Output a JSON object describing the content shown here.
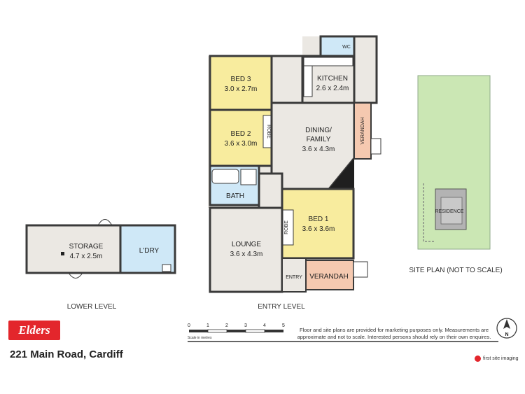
{
  "rooms": {
    "bed3": {
      "name": "BED 3",
      "size": "3.0 x 2.7m"
    },
    "bed2": {
      "name": "BED 2",
      "size": "3.6 x 3.0m"
    },
    "kitchen": {
      "name": "KITCHEN",
      "size": "2.6 x 2.4m"
    },
    "wc": "WC",
    "dining": {
      "name1": "DINING/",
      "name2": "FAMILY",
      "size": "3.6 x 4.3m"
    },
    "verandah_side": "VERANDAH",
    "bath": "BATH",
    "robe": "ROBE",
    "bed1": {
      "name": "BED 1",
      "size": "3.6 x 3.6m"
    },
    "robe2": "ROBE",
    "lounge": {
      "name": "LOUNGE",
      "size": "3.6 x 4.3m"
    },
    "entry": "ENTRY",
    "verandah_front": "VERANDAH",
    "storage": {
      "name": "STORAGE",
      "size": "4.7 x 2.5m"
    },
    "laundry": "L'DRY"
  },
  "labels": {
    "lower_level": "LOWER LEVEL",
    "entry_level": "ENTRY LEVEL",
    "site_plan": "SITE PLAN (NOT TO SCALE)",
    "residence": "RESIDENCE"
  },
  "scale": {
    "ticks": [
      "0",
      "1",
      "2",
      "3",
      "4",
      "5"
    ],
    "caption": "Scale in metres"
  },
  "disclaimer": "Floor and site plans are provided for marketing purposes only. Measurements are approximate and not to scale. Interested persons should rely on their own enquires.",
  "compass": "N",
  "logo": "Elders",
  "address": "221 Main Road, Cardiff",
  "brand": "first site imaging",
  "colors": {
    "bedroom": "#f8ec9e",
    "wet": "#cfe8f7",
    "living": "#ebe8e3",
    "verandah": "#f5c9b0",
    "site_grass": "#cbe7b4",
    "wall": "#3a3a3a",
    "logo_red": "#e3262c"
  }
}
